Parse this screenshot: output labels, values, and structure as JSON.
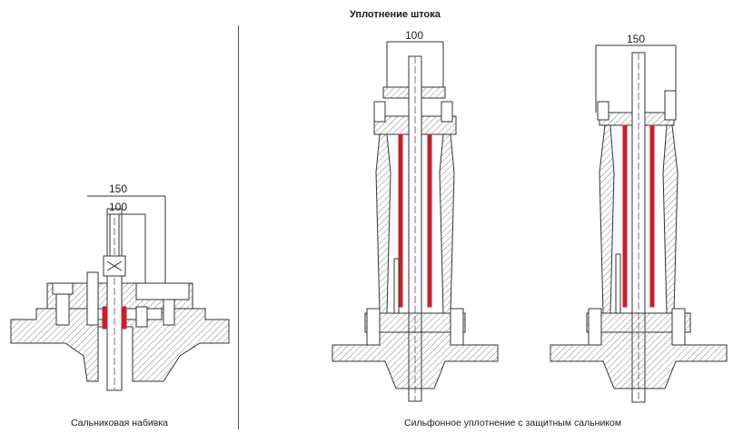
{
  "title": "Уплотнение штока",
  "captions": {
    "stuffing_box": "Сальниковая набивка",
    "bellows": "Сильфонное уплотнение с защитным сальником"
  },
  "dimensions": {
    "left_150": "150",
    "left_100": "100",
    "middle_100": "100",
    "right_150": "150"
  },
  "colors": {
    "line": "#333333",
    "seal": "#c8202a",
    "hatch": "#555555"
  }
}
